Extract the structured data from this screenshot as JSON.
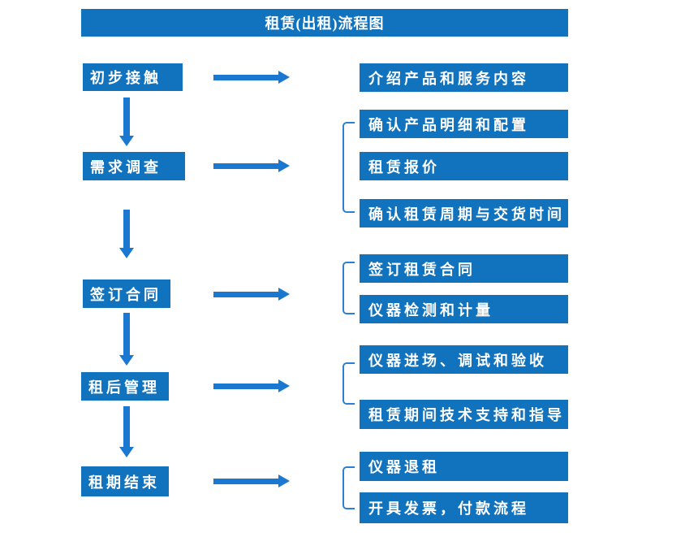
{
  "title": "租赁(出租)流程图",
  "colors": {
    "box_blue": "#1172BE",
    "arrow_blue": "#1B78D1",
    "bracket_blue": "#2E7FD1",
    "text_white": "#FFFFFF",
    "background": "#FFFFFF"
  },
  "stages": [
    {
      "label": "初步接触",
      "details": [
        "介绍产品和服务内容"
      ]
    },
    {
      "label": "需求调查",
      "details": [
        "确认产品明细和配置",
        "租赁报价",
        "确认租赁周期与交货时间"
      ]
    },
    {
      "label": "签订合同",
      "details": [
        "签订租赁合同",
        "仪器检测和计量"
      ]
    },
    {
      "label": "租后管理",
      "details": [
        "仪器进场、调试和验收",
        "租赁期间技术支持和指导"
      ]
    },
    {
      "label": "租期结束",
      "details": [
        "仪器退租",
        "开具发票，付款流程"
      ]
    }
  ]
}
